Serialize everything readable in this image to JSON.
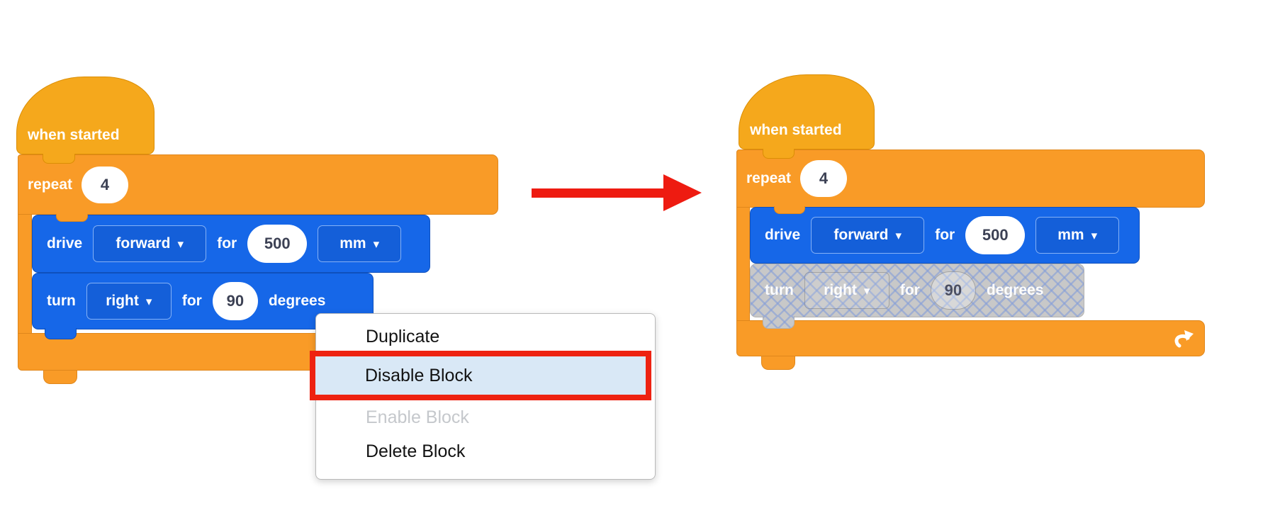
{
  "colors": {
    "hat_gold": "#F5A81C",
    "block_orange": "#F99B27",
    "block_blue": "#1667E8",
    "disabled_gray": "#C8C8C8",
    "disabled_hatch_blue": "#869ED8",
    "menu_highlight_bg": "#D9E8F6",
    "menu_highlight_border": "#EE2211",
    "menu_disabled_text": "#C5C8CC",
    "arrow_red": "#EE1B11"
  },
  "icons": {
    "chevron_down": "▾"
  },
  "left_stack": {
    "hat_label": "when started",
    "repeat_label": "repeat",
    "repeat_count": "4",
    "drive": {
      "label": "drive",
      "direction": "forward",
      "for_label": "for",
      "distance": "500",
      "unit": "mm"
    },
    "turn": {
      "label": "turn",
      "direction": "right",
      "for_label": "for",
      "angle": "90",
      "unit_label": "degrees"
    }
  },
  "right_stack": {
    "hat_label": "when started",
    "repeat_label": "repeat",
    "repeat_count": "4",
    "drive": {
      "label": "drive",
      "direction": "forward",
      "for_label": "for",
      "distance": "500",
      "unit": "mm"
    },
    "turn": {
      "label": "turn",
      "direction": "right",
      "for_label": "for",
      "angle": "90",
      "unit_label": "degrees",
      "state": "disabled"
    }
  },
  "context_menu": {
    "items": [
      {
        "label": "Duplicate",
        "state": "normal"
      },
      {
        "label": "Disable Block",
        "state": "selected"
      },
      {
        "label": "Enable Block",
        "state": "disabled"
      },
      {
        "label": "Delete Block",
        "state": "normal"
      }
    ]
  }
}
